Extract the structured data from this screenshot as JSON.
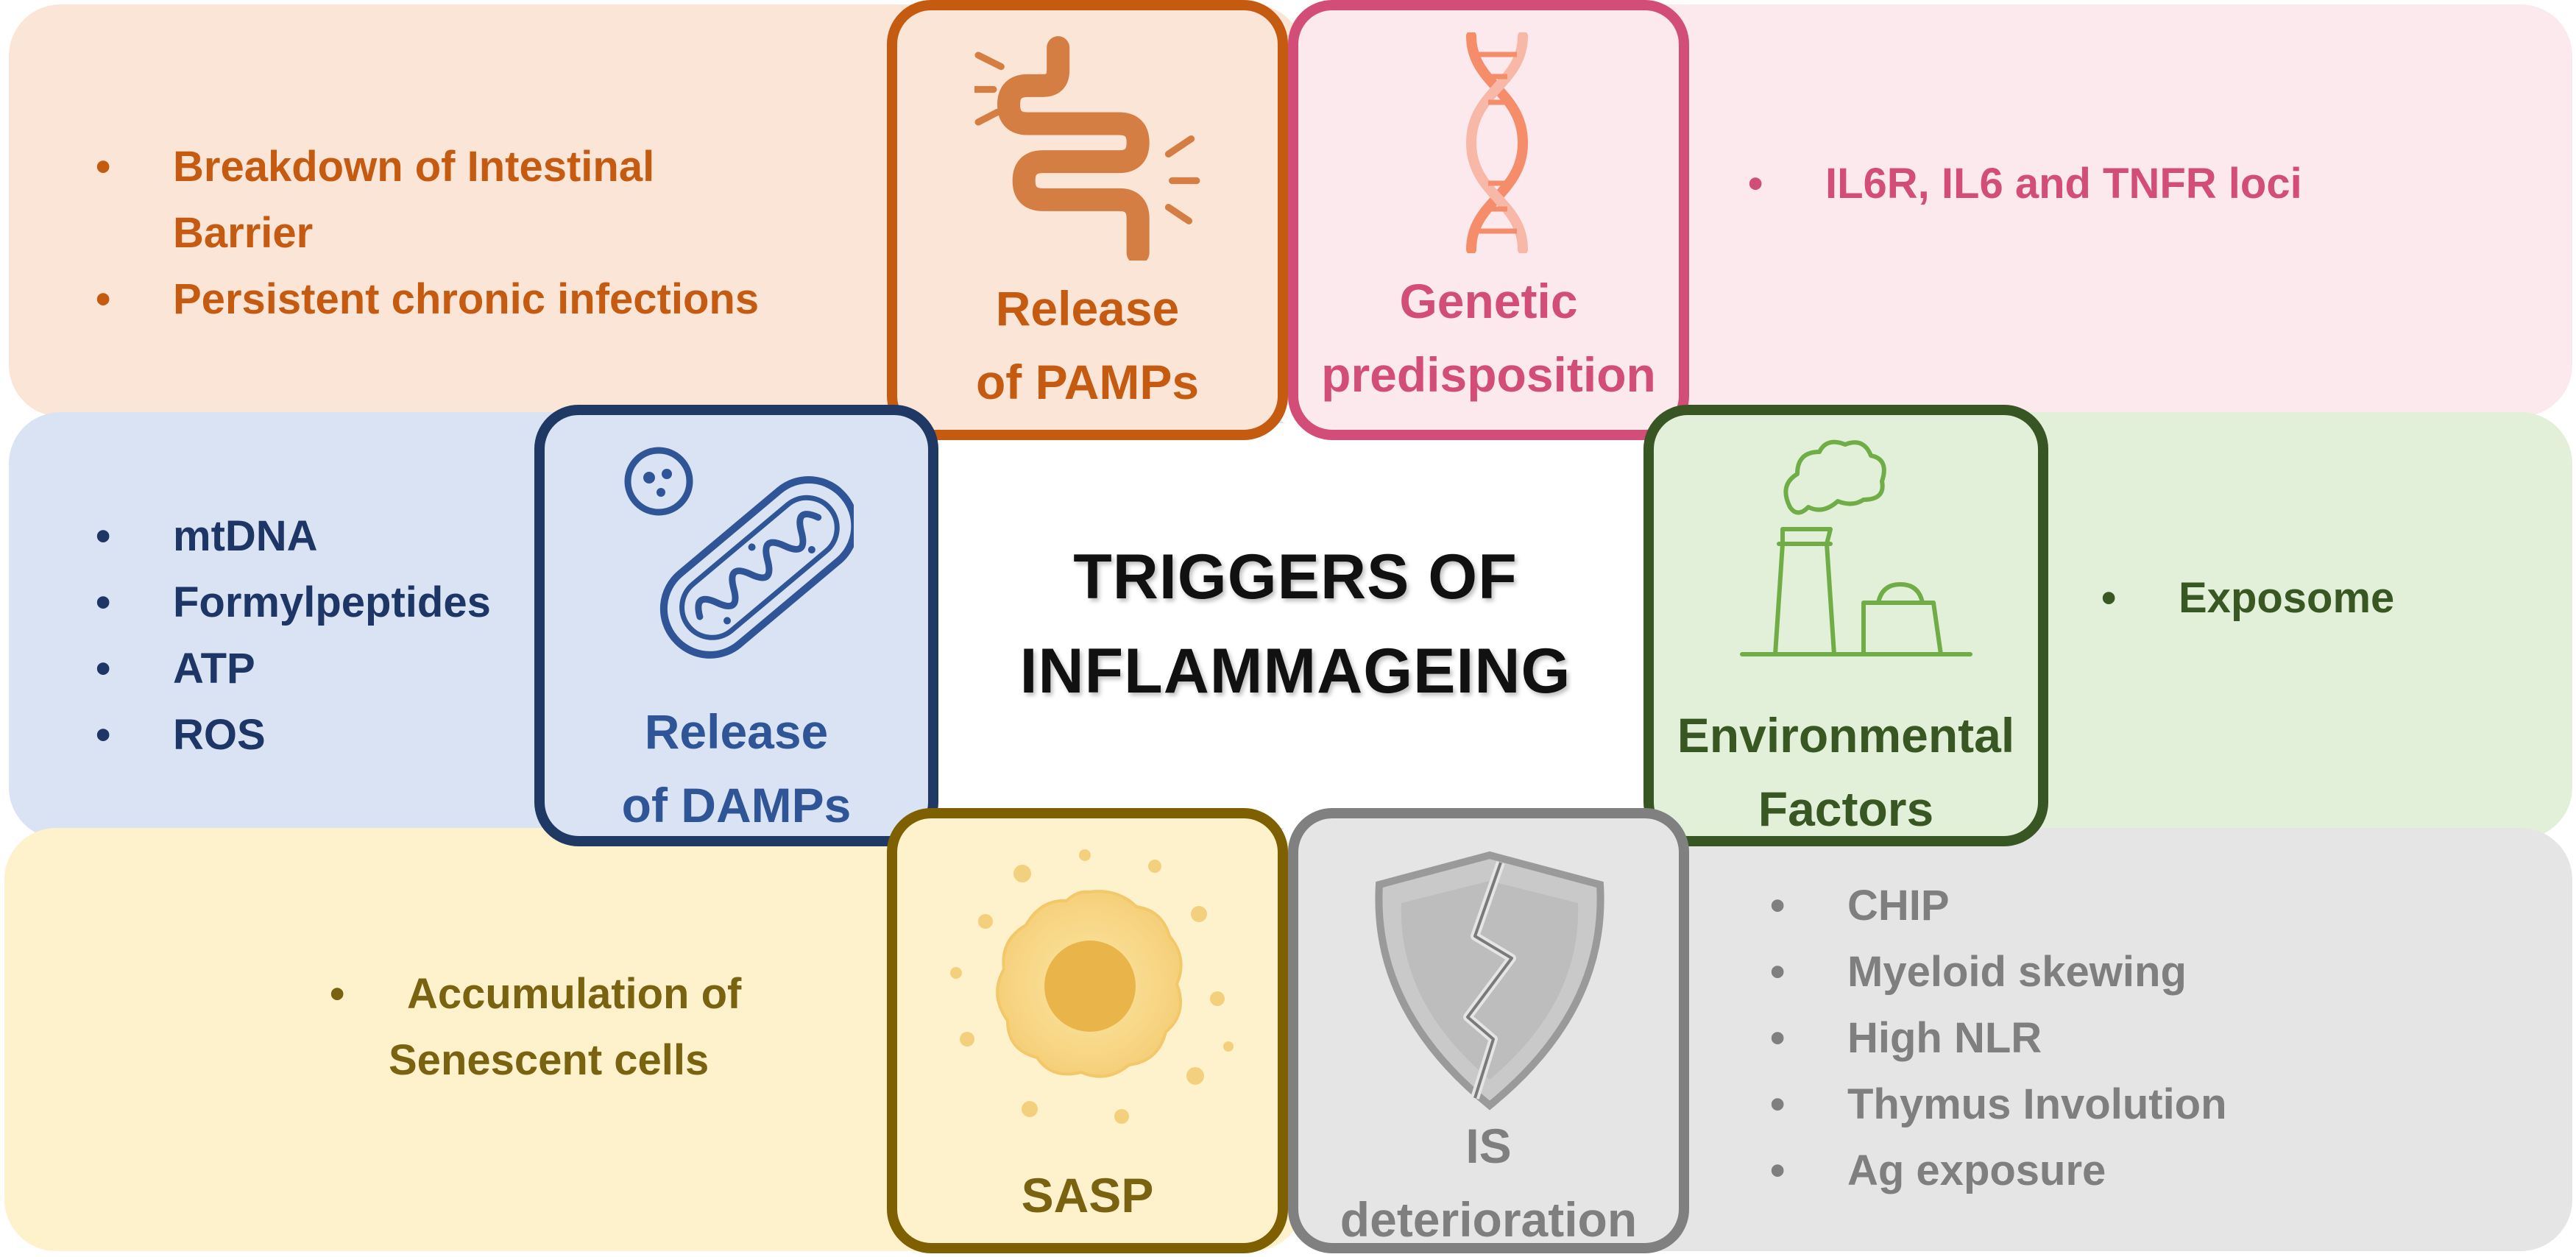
{
  "title_line1": "TRIGGERS OF",
  "title_line2": "INFLAMMAGEING",
  "colors": {
    "pamps": "#cc5f1f",
    "genetic": "#d24e78",
    "damps": "#1e3666",
    "environment": "#365a25",
    "sasp": "#7a6310",
    "is": "#8a8a8a"
  },
  "pamps": {
    "label_1": "Release",
    "label_2": "of PAMPs",
    "icon": "intestine-icon",
    "bullets": [
      "Breakdown of Intestinal",
      "Barrier",
      "Persistent chronic infections"
    ]
  },
  "genetic": {
    "label_1": "Genetic",
    "label_2": "predisposition",
    "icon": "dna-icon",
    "bullets": [
      "IL6R, IL6 and TNFR loci"
    ]
  },
  "damps": {
    "label_1": "Release",
    "label_2": "of DAMPs",
    "icon": "mitochondrion-icon",
    "bullets": [
      "mtDNA",
      "Formylpeptides",
      "ATP",
      "ROS"
    ]
  },
  "environment": {
    "label_1": "Environmental",
    "label_2": "Factors",
    "icon": "factory-icon",
    "bullets": [
      "Exposome"
    ]
  },
  "sasp": {
    "label_1": "SASP",
    "icon": "senescent-cell-icon",
    "bullets": [
      "Accumulation of",
      "Senescent cells"
    ]
  },
  "is": {
    "label_1": "IS",
    "label_2": "deterioration",
    "icon": "broken-shield-icon",
    "bullets": [
      "CHIP",
      "Myeloid skewing",
      "High NLR",
      "Thymus Involution",
      "Ag exposure"
    ]
  }
}
